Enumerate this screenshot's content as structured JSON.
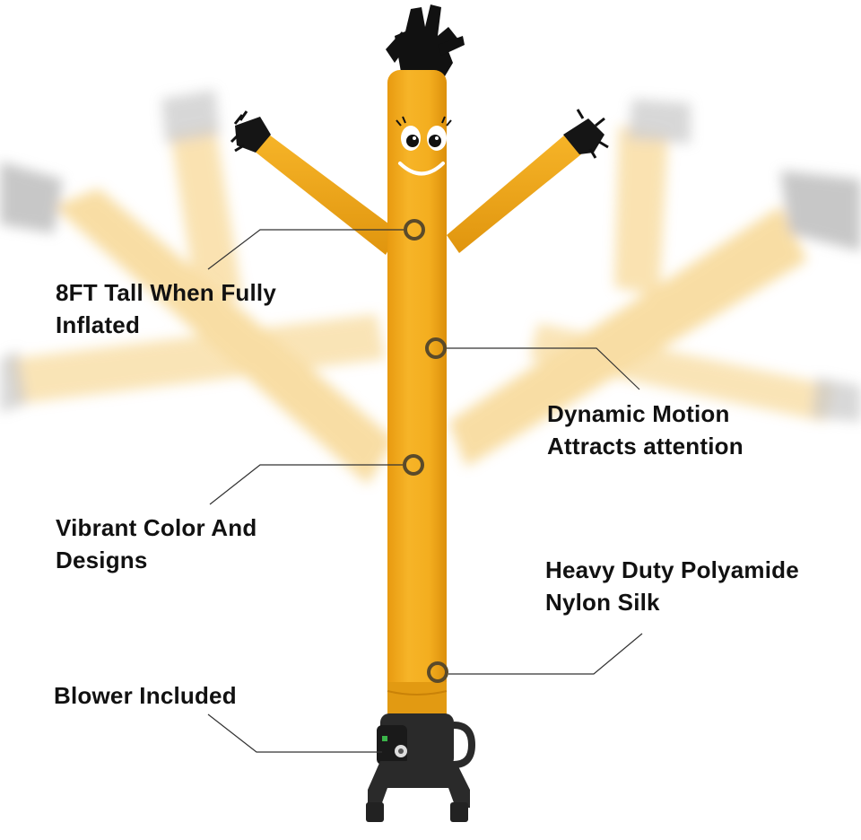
{
  "product": {
    "accent_color": "#f4ad20",
    "blower_color": "#2a2a2a",
    "streamer_color": "#111111",
    "face": "smiley-face"
  },
  "callouts": {
    "height": {
      "line1": "8FT Tall When Fully",
      "line2": "Inflated"
    },
    "motion": {
      "line1": "Dynamic Motion",
      "line2": "Attracts attention"
    },
    "color": {
      "line1": "Vibrant Color And",
      "line2": "Designs"
    },
    "material": {
      "line1": "Heavy Duty Polyamide",
      "line2": "Nylon Silk"
    },
    "blower": {
      "line1": "Blower Included"
    }
  }
}
